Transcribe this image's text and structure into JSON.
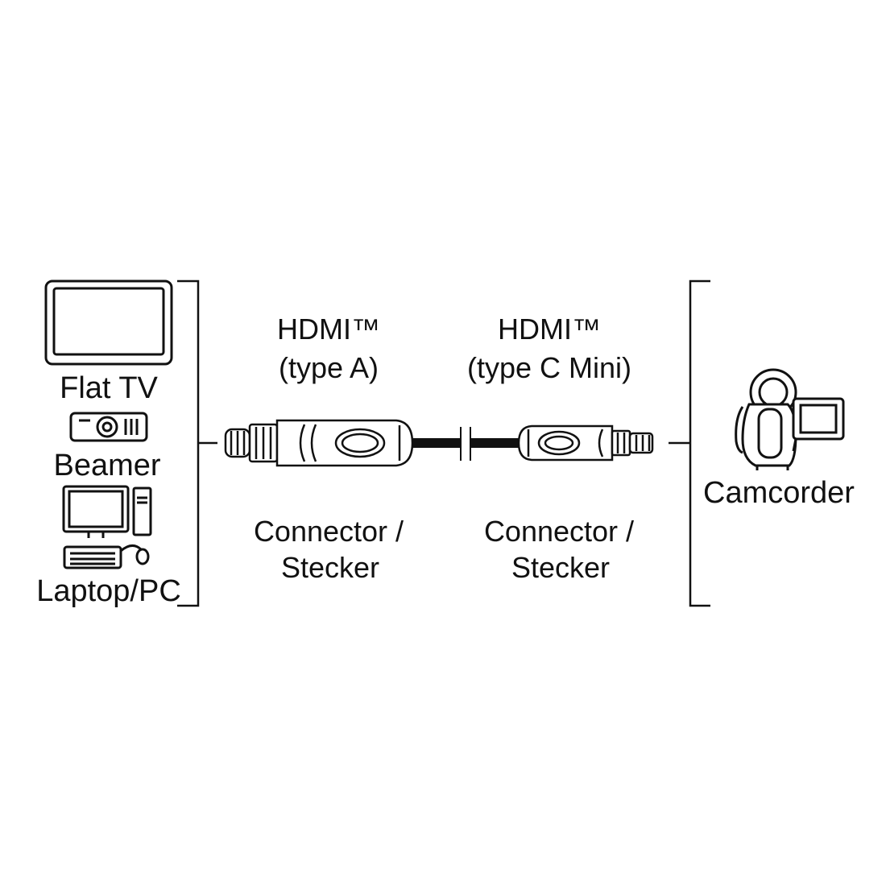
{
  "left_devices": {
    "flat_tv": "Flat TV",
    "beamer": "Beamer",
    "laptop_pc": "Laptop/PC"
  },
  "connector_a": {
    "standard": "HDMI™",
    "type": "(type A)",
    "caption_line1": "Connector /",
    "caption_line2": "Stecker"
  },
  "connector_c": {
    "standard": "HDMI™",
    "type": "(type C Mini)",
    "caption_line1": "Connector /",
    "caption_line2": "Stecker"
  },
  "right_device": {
    "camcorder": "Camcorder"
  }
}
